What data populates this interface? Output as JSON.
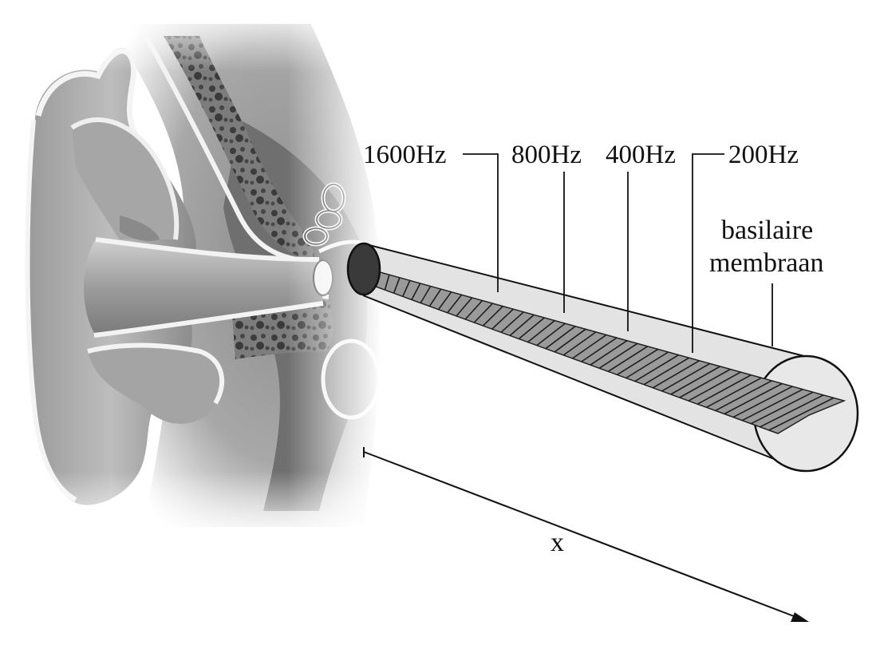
{
  "diagram": {
    "frequency_labels": [
      {
        "text": "1600Hz"
      },
      {
        "text": "800Hz"
      },
      {
        "text": "400Hz"
      },
      {
        "text": "200Hz"
      }
    ],
    "membrane_label_line1": "basilaire",
    "membrane_label_line2": "membraan",
    "axis_label": "x"
  }
}
